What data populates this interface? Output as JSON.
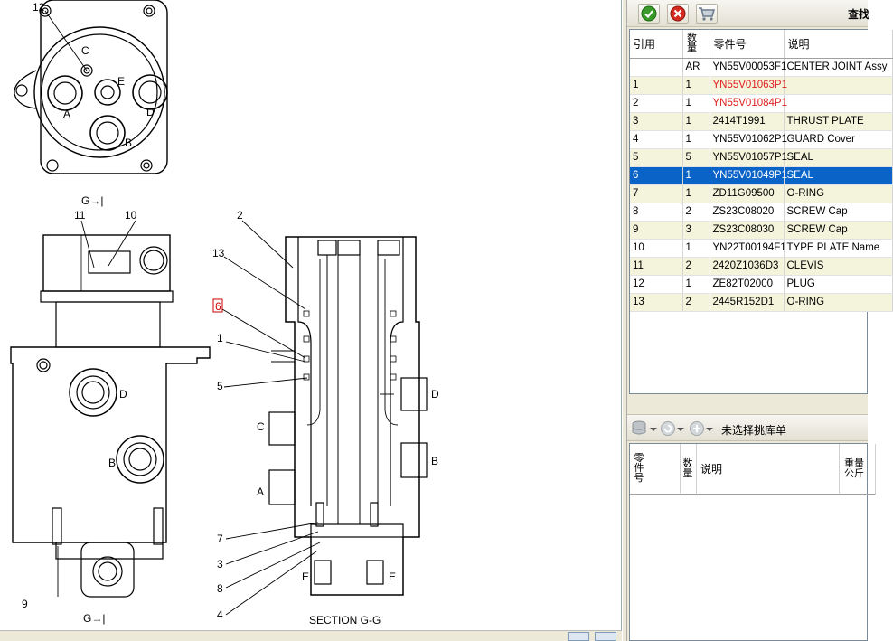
{
  "drawing": {
    "callouts": [
      "1",
      "2",
      "3",
      "4",
      "5",
      "6",
      "7",
      "8",
      "9",
      "10",
      "11",
      "12",
      "13"
    ],
    "port_letters": [
      "A",
      "B",
      "C",
      "D",
      "E"
    ],
    "section_marker": "G",
    "arrow_glyph": "→",
    "section_caption": "SECTION   G-G"
  },
  "toolbar": {
    "confirm_icon": "check-icon",
    "cancel_icon": "cancel-icon",
    "cart_icon": "cart-icon",
    "title_text": "查找"
  },
  "parts_table": {
    "headers": {
      "ref": "引用",
      "qty": "数量",
      "part_no": "零件号",
      "desc": "说明"
    },
    "rows": [
      {
        "ref": "",
        "qty": "AR",
        "part_no": "YN55V00053F1",
        "desc": "CENTER JOINT Assy"
      },
      {
        "ref": "1",
        "qty": "1",
        "part_no": "YN55V01063P1",
        "desc": ""
      },
      {
        "ref": "2",
        "qty": "1",
        "part_no": "YN55V01084P1",
        "desc": ""
      },
      {
        "ref": "3",
        "qty": "1",
        "part_no": "2414T1991",
        "desc": "THRUST PLATE"
      },
      {
        "ref": "4",
        "qty": "1",
        "part_no": "YN55V01062P1",
        "desc": "GUARD Cover"
      },
      {
        "ref": "5",
        "qty": "5",
        "part_no": "YN55V01057P1",
        "desc": "SEAL"
      },
      {
        "ref": "6",
        "qty": "1",
        "part_no": "YN55V01049P1",
        "desc": "SEAL"
      },
      {
        "ref": "7",
        "qty": "1",
        "part_no": "ZD11G09500",
        "desc": "O-RING"
      },
      {
        "ref": "8",
        "qty": "2",
        "part_no": "ZS23C08020",
        "desc": "SCREW Cap"
      },
      {
        "ref": "9",
        "qty": "3",
        "part_no": "ZS23C08030",
        "desc": "SCREW Cap"
      },
      {
        "ref": "10",
        "qty": "1",
        "part_no": "YN22T00194F1",
        "desc": "TYPE PLATE Name"
      },
      {
        "ref": "11",
        "qty": "2",
        "part_no": "2420Z1036D3",
        "desc": "CLEVIS"
      },
      {
        "ref": "12",
        "qty": "1",
        "part_no": "ZE82T02000",
        "desc": "PLUG"
      },
      {
        "ref": "13",
        "qty": "2",
        "part_no": "2445R152D1",
        "desc": "O-RING"
      }
    ],
    "selected_ref": "6",
    "red_refs": [
      "1",
      "2"
    ]
  },
  "picklist_bar": {
    "icons": [
      "database-icon",
      "refresh-icon",
      "add-icon"
    ],
    "label": "未选择挑库单"
  },
  "picklist_table": {
    "headers": {
      "part_no": "零件号",
      "qty": "数量",
      "desc": "说明",
      "weight": "重量公斤"
    }
  },
  "colors": {
    "selection": "#0a64c8",
    "odd_row": "#f4f4dc",
    "red_part": "#e02020",
    "callout_box": "#cc0000"
  }
}
